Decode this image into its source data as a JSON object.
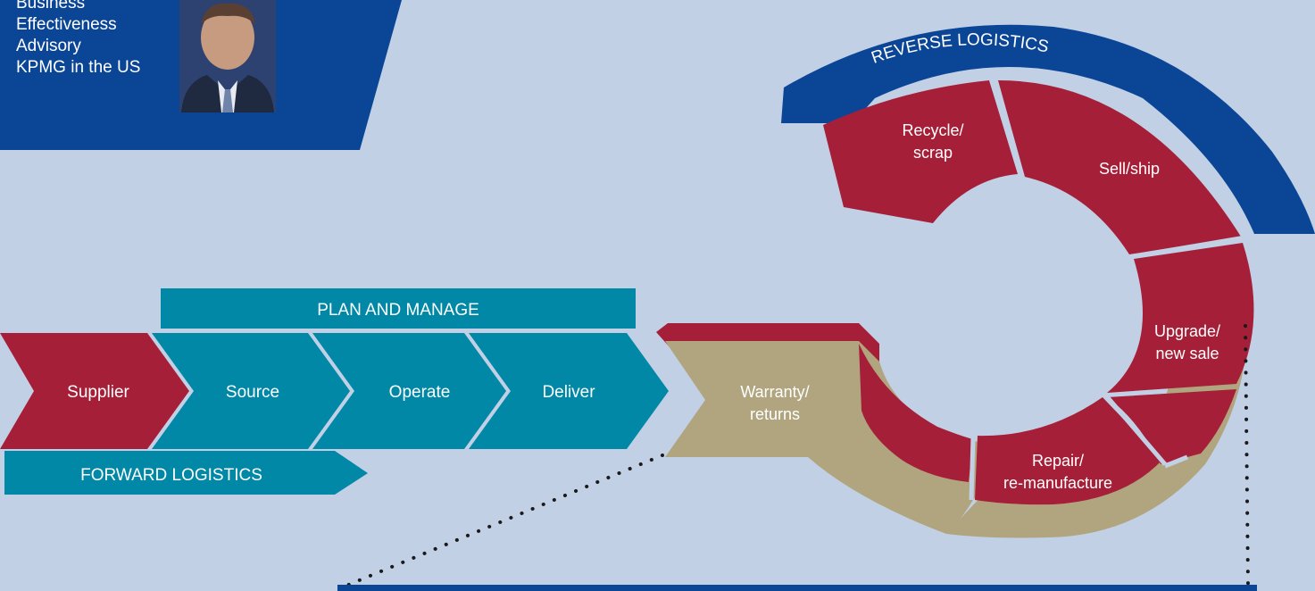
{
  "colors": {
    "background": "#c2d0e6",
    "navy": "#0b4596",
    "teal": "#0088a6",
    "crimson": "#a61f38",
    "khaki": "#b0a57e",
    "text": "#ffffff"
  },
  "bio": {
    "lines": [
      "Business",
      "Effectiveness",
      "Advisory",
      "KPMG in the US"
    ],
    "photo": "portrait-photo"
  },
  "plan_and_manage": "PLAN AND MANAGE",
  "forward_logistics": "FORWARD LOGISTICS",
  "forward_chain": [
    "Supplier",
    "Source",
    "Operate",
    "Deliver"
  ],
  "reverse_logistics": "REVERSE LOGISTICS",
  "warranty_returns": [
    "Warranty/",
    "returns"
  ],
  "reverse_cycle": {
    "recycle_scrap": [
      "Recycle/",
      "scrap"
    ],
    "sell_ship": "Sell/ship",
    "upgrade_new_sale": [
      "Upgrade/",
      "new sale"
    ],
    "repair_remanufacture": [
      "Repair/",
      "re-manufacture"
    ]
  }
}
